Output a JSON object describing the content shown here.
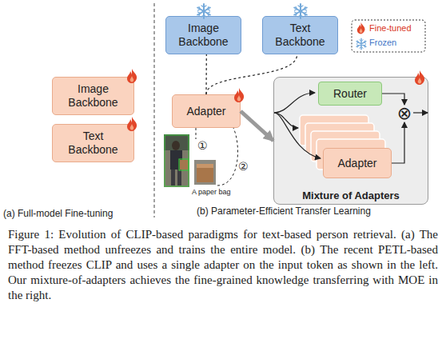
{
  "diagram": {
    "caption": "Figure 1: Evolution of CLIP-based paradigms for text-based person retrieval. (a) The FFT-based method unfreezes and trains the entire model. (b) The recent PETL-based method freezes CLIP and uses a single adapter on the input token as shown in the left. Our mixture-of-adapters achieves the fine-grained knowledge transferring with MOE in the right.",
    "nodes": [
      {
        "text": [
          "Image Backbone"
        ]
      },
      {
        "text": [
          "Text Backbone"
        ]
      },
      {
        "text": [
          "Image Backbone"
        ]
      },
      {
        "text": [
          "Text Backbone"
        ]
      },
      {
        "text": [
          "Adapter"
        ]
      },
      {
        "text": [
          "Mixture of Adapters"
        ]
      },
      {
        "text": [
          "Router"
        ],
        "in": 5
      },
      {
        "text": [
          "Adapter"
        ],
        "in": 5
      },
      {
        "text": [
          "⊗"
        ],
        "in": 5
      }
    ],
    "edges": [
      {
        "from": 4,
        "to": 5,
        "arrow": "to"
      },
      {
        "from": 4,
        "to": 2,
        "arrow": "none"
      },
      {
        "from": 4,
        "to": 3,
        "arrow": "none"
      },
      {
        "from": 6,
        "to": 8,
        "arrow": "to"
      },
      {
        "from": 7,
        "to": 8,
        "arrow": "to"
      }
    ],
    "labels": [
      "(a) Full-model Fine-tuning",
      "(b) Parameter-Efficient Transfer Learning",
      "①",
      "②",
      "A paper bag"
    ],
    "legend": [
      {
        "text": "Fine-tuned"
      },
      {
        "text": "Frozen"
      }
    ]
  }
}
